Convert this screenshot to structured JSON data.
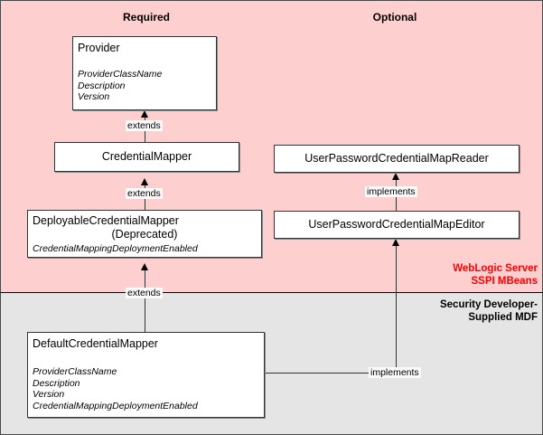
{
  "diagram": {
    "columns": {
      "required_label": "Required",
      "optional_label": "Optional"
    },
    "zones": [
      {
        "id": "weblogic",
        "label_line1": "WebLogic Server",
        "label_line2": "SSPI MBeans",
        "color": "#ff0000",
        "background": "#fdcfcf"
      },
      {
        "id": "mdf",
        "label_line1": "Security Developer-",
        "label_line2": "Supplied MDF",
        "color": "#000000",
        "background": "#e5e5e5"
      }
    ],
    "classes": [
      {
        "id": "provider",
        "name": "Provider",
        "attributes": [
          "ProviderClassName",
          "Description",
          "Version"
        ]
      },
      {
        "id": "credential-mapper",
        "name": "CredentialMapper",
        "attributes": []
      },
      {
        "id": "deployable-credential-mapper",
        "name": "DeployableCredentialMapper",
        "subtitle": "(Deprecated)",
        "attributes": [
          "CredentialMappingDeploymentEnabled"
        ]
      },
      {
        "id": "user-password-credential-map-reader",
        "name": "UserPasswordCredentialMapReader",
        "attributes": []
      },
      {
        "id": "user-password-credential-map-editor",
        "name": "UserPasswordCredentialMapEditor",
        "attributes": []
      },
      {
        "id": "default-credential-mapper",
        "name": "DefaultCredentialMapper",
        "attributes": [
          "ProviderClassName",
          "Description",
          "Version",
          "CredentialMappingDeploymentEnabled"
        ]
      }
    ],
    "edges": [
      {
        "id": "provider-credential-mapper",
        "label": "extends",
        "from": "credential-mapper",
        "to": "provider"
      },
      {
        "id": "credential-mapper-deployable",
        "label": "extends",
        "from": "deployable-credential-mapper",
        "to": "credential-mapper"
      },
      {
        "id": "deployable-default",
        "label": "extends",
        "from": "default-credential-mapper",
        "to": "deployable-credential-mapper"
      },
      {
        "id": "editor-reader",
        "label": "implements",
        "from": "user-password-credential-map-editor",
        "to": "user-password-credential-map-reader"
      },
      {
        "id": "default-editor",
        "label": "implements",
        "from": "default-credential-mapper",
        "to": "user-password-credential-map-editor"
      }
    ]
  }
}
